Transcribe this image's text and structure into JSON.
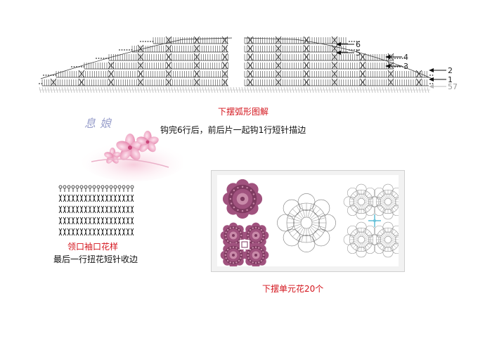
{
  "hem_chart": {
    "caption": "下摆弧形图解",
    "note": "钩完6行后，前后片一起钩1行短针描边",
    "row_markers": [
      {
        "label": "6"
      },
      {
        "label": "5"
      },
      {
        "label": "4"
      },
      {
        "label": "3"
      },
      {
        "label": "2"
      },
      {
        "label": "1"
      },
      {
        "label": "57"
      }
    ]
  },
  "logo": {
    "text": "息娘"
  },
  "collar_chart": {
    "caption": "领口袖口花样",
    "note": "最后一行扭花短针收边"
  },
  "motif_panel": {
    "caption": "下摆单元花20个"
  },
  "colors": {
    "caption_red": "#d4141c",
    "yarn_purple": "#a0527e",
    "chart_line": "#333333",
    "light_chart_line": "#b8b8b8",
    "accent_blue": "#69c2d8"
  }
}
